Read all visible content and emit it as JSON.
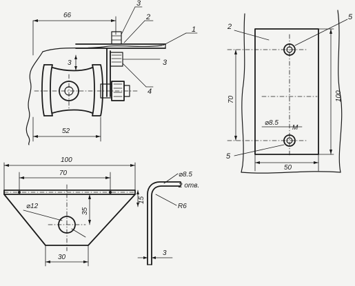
{
  "top_left_view": {
    "dim_width_top": "66",
    "dim_width_bottom": "52",
    "dim_offset": "3",
    "callouts": [
      "3",
      "2",
      "1",
      "3",
      "4"
    ]
  },
  "right_view": {
    "dim_height_inner": "70",
    "dim_height_outer": "100",
    "dim_width": "50",
    "dim_hole": "⌀8.5",
    "dim_note": "M",
    "callouts": [
      "2",
      "5",
      "5"
    ]
  },
  "bottom_view": {
    "dim_width_outer": "100",
    "dim_width_inner": "70",
    "dim_height": "35",
    "dim_hole": "⌀12",
    "dim_base": "30",
    "dim_flange": "15"
  },
  "section_view": {
    "dim_hole": "⌀8.5",
    "dim_note": "2 отв.",
    "dim_radius": "R6",
    "dim_thickness": "3"
  }
}
